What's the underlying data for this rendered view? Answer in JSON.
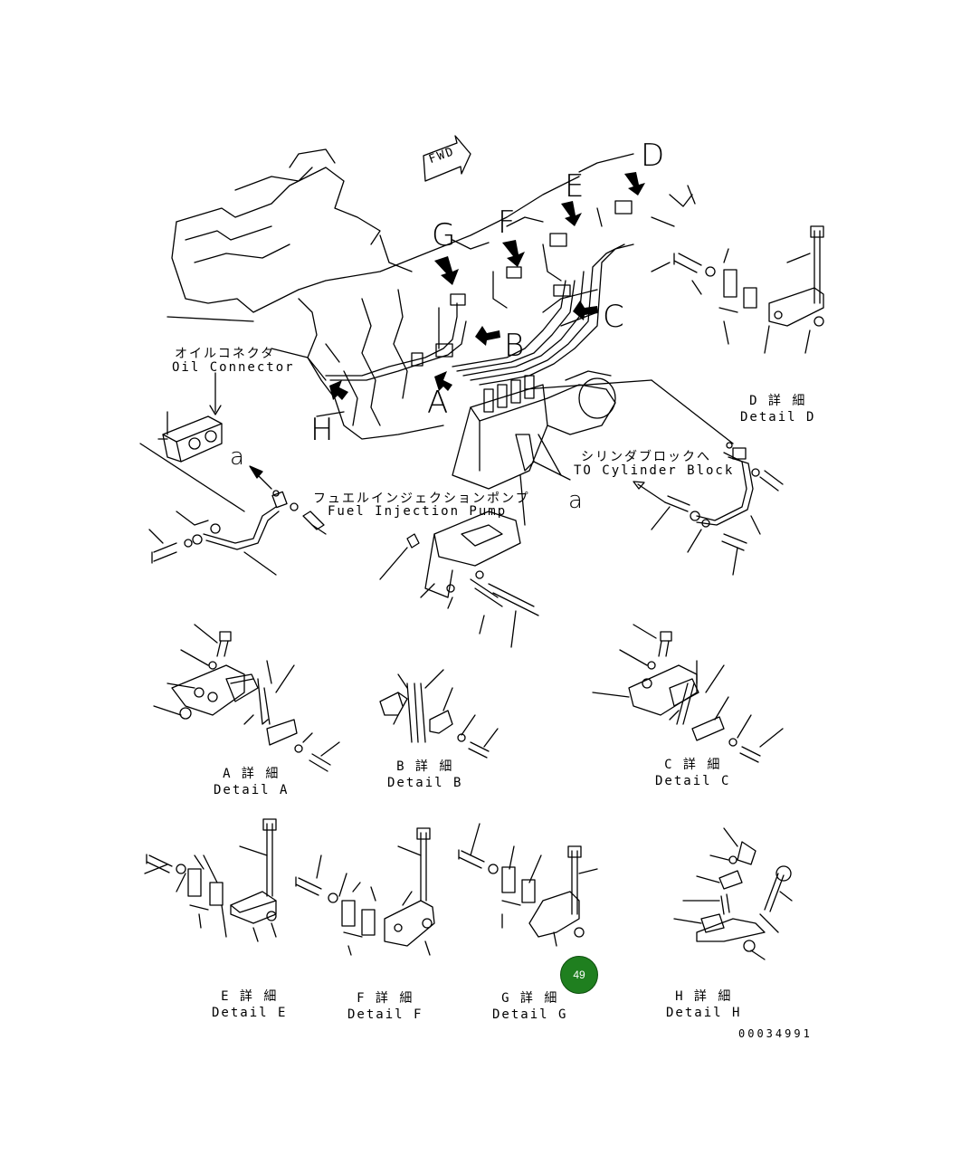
{
  "diagram": {
    "fwd": "FWD",
    "oil_connector_jp": "オイルコネクタ",
    "oil_connector_en": "Oil Connector",
    "fuel_pump_jp": "フュエルインジェクションポンプ",
    "fuel_pump_en": "Fuel Injection Pump",
    "to_block_jp": "シリンダブロックへ",
    "to_block_en": "TO Cylinder Block",
    "callouts": [
      "A",
      "B",
      "C",
      "D",
      "E",
      "F",
      "G",
      "H",
      "a",
      "a"
    ],
    "details": [
      {
        "jp": "A 詳 細",
        "en": "Detail A"
      },
      {
        "jp": "B 詳 細",
        "en": "Detail B"
      },
      {
        "jp": "C 詳 細",
        "en": "Detail C"
      },
      {
        "jp": "D 詳 細",
        "en": "Detail D"
      },
      {
        "jp": "E 詳 細",
        "en": "Detail E"
      },
      {
        "jp": "F 詳 細",
        "en": "Detail F"
      },
      {
        "jp": "G 詳 細",
        "en": "Detail G"
      },
      {
        "jp": "H 詳 細",
        "en": "Detail H"
      }
    ],
    "drawing_number": "00034991",
    "badge": "49",
    "colors": {
      "badge": "#1f7f1f",
      "line": "#000000"
    }
  }
}
